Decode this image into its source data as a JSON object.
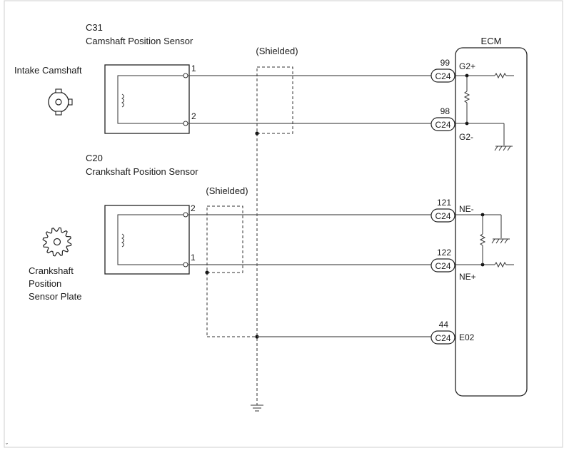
{
  "ecm": {
    "title": "ECM"
  },
  "cam_sensor": {
    "code": "C31",
    "name": "Camshaft Position Sensor",
    "target_label": "Intake Camshaft",
    "pin_top": "1",
    "pin_bottom": "2"
  },
  "crank_sensor": {
    "code": "C20",
    "name": "Crankshaft Position Sensor",
    "target_label_lines": [
      "Crankshaft",
      "Position",
      "Sensor Plate"
    ],
    "pin_top": "2",
    "pin_bottom": "1"
  },
  "shield_label": "(Shielded)",
  "connections": [
    {
      "ecm_pin": "99",
      "connector": "C24",
      "signal": "G2+"
    },
    {
      "ecm_pin": "98",
      "connector": "C24",
      "signal": "G2-"
    },
    {
      "ecm_pin": "121",
      "connector": "C24",
      "signal": "NE-"
    },
    {
      "ecm_pin": "122",
      "connector": "C24",
      "signal": "NE+"
    },
    {
      "ecm_pin": "44",
      "connector": "C24",
      "signal": "E02"
    }
  ]
}
